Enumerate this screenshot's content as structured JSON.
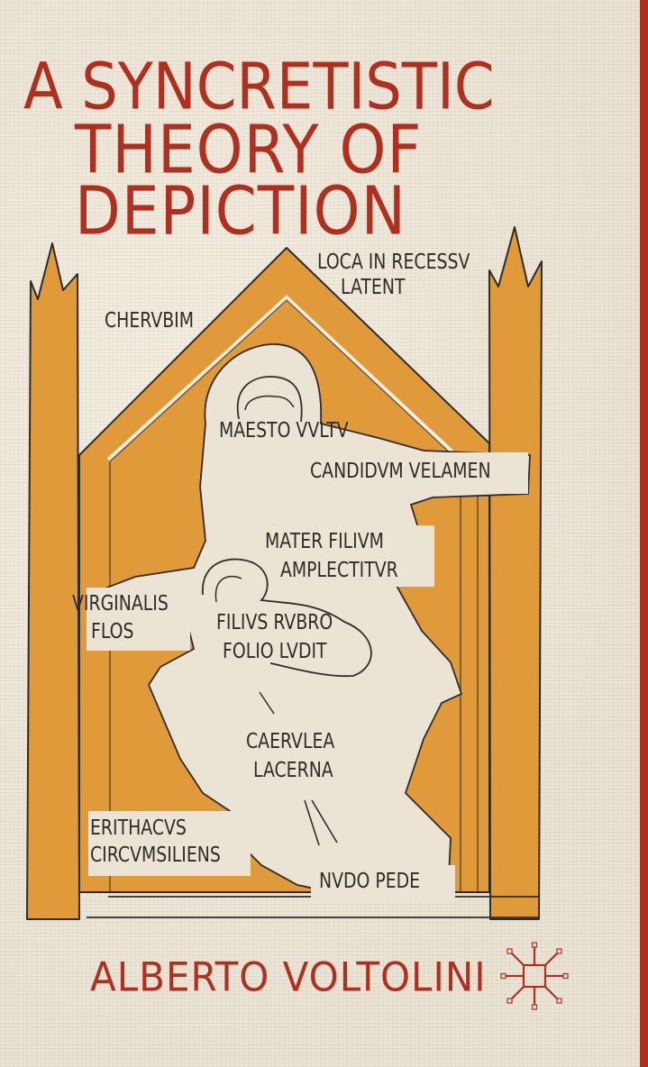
{
  "book": {
    "title_lines": [
      "A SYNCRETISTIC",
      "THEORY OF",
      "DEPICTION"
    ],
    "author": "ALBERTO VOLTOLINI",
    "publisher_logo": "palgrave-macmillan-logo-icon"
  },
  "illustration": {
    "labels": {
      "loca_1": "LOCA IN RECESSV",
      "loca_2": "LATENT",
      "cherubim": "CHERVBIM",
      "maesto": "MAESTO VVLTV",
      "candidum": "CANDIDVM VELAMEN",
      "mater_1": "MATER FILIVM",
      "mater_2": "AMPLECTITVR",
      "virginalis_1": "VIRGINALIS",
      "virginalis_2": "FLOS",
      "filius_1": "FILIVS RVBRO",
      "filius_2": "FOLIO LVDIT",
      "caerulea_1": "CAERVLEA",
      "caerulea_2": "LACERNA",
      "erithacus_1": "ERITHACVS",
      "erithacus_2": "CIRCVMSILIENS",
      "nudo": "NVDO PEDE"
    }
  },
  "colors": {
    "title_red": "#b0301f",
    "ochre": "#e09a3a",
    "ink": "#2e2c2a",
    "canvas": "#ebe3d4"
  }
}
